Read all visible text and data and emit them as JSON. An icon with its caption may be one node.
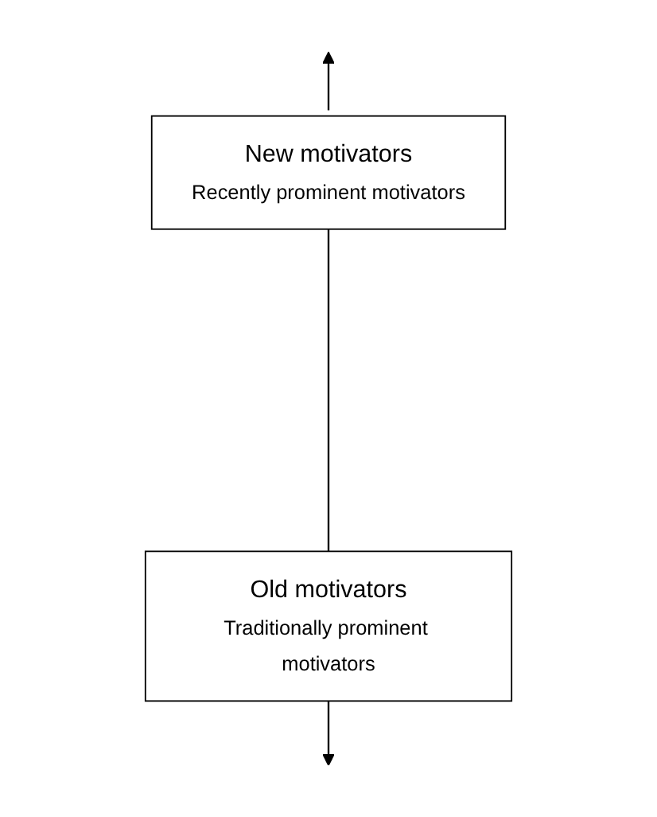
{
  "diagram": {
    "nodes": [
      {
        "text": [
          "New motivators",
          "Recently prominent motivators"
        ]
      },
      {
        "text": [
          "Old motivators",
          "Traditionally prominent motivators"
        ]
      }
    ],
    "edges": [
      {
        "from": 0,
        "to": null,
        "arrow": "to"
      },
      {
        "from": 0,
        "to": 1,
        "arrow": "none"
      },
      {
        "from": 1,
        "to": null,
        "arrow": "to"
      }
    ]
  }
}
